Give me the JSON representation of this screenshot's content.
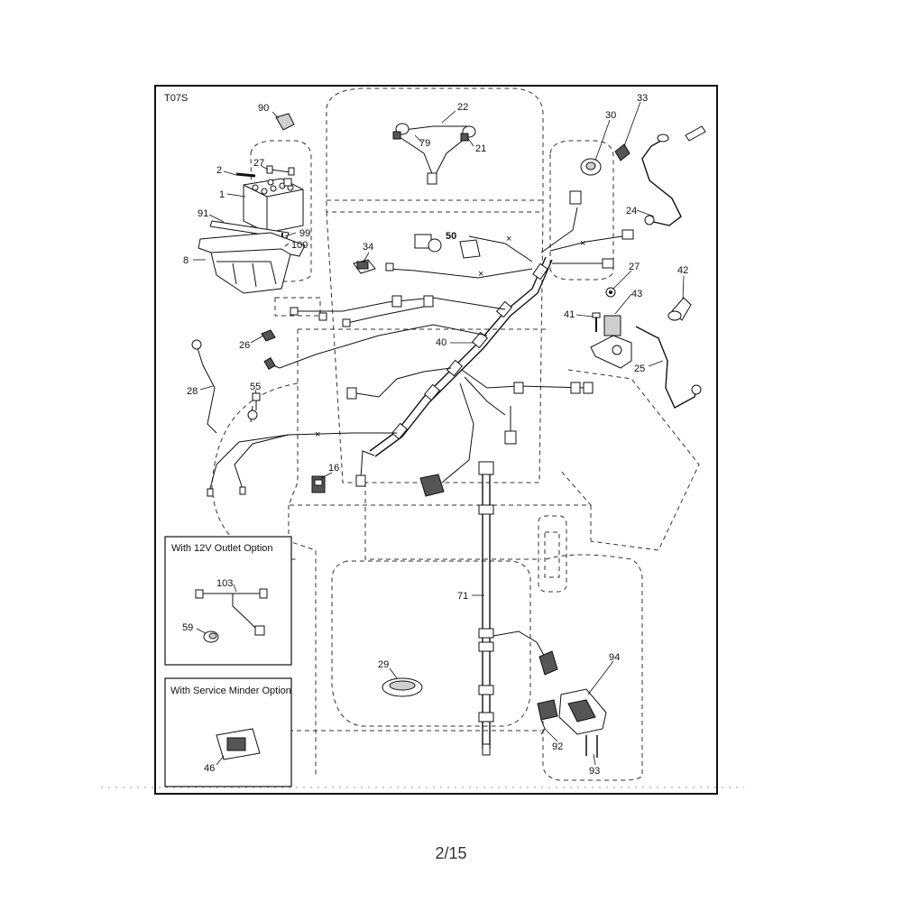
{
  "diagram": {
    "id": "T07S",
    "insets": [
      {
        "title": "With 12V Outlet Option",
        "callouts": [
          "103",
          "59"
        ]
      },
      {
        "title": "With Service Minder Option",
        "callouts": [
          "46"
        ]
      }
    ],
    "callouts": [
      "90",
      "2",
      "27",
      "1",
      "91",
      "99",
      "100",
      "8",
      "22",
      "79",
      "21",
      "30",
      "33",
      "24",
      "34",
      "50",
      "27",
      "42",
      "43",
      "41",
      "25",
      "26",
      "40",
      "28",
      "55",
      "16",
      "71",
      "29",
      "94",
      "92",
      "93"
    ]
  },
  "page": {
    "number": "2/15"
  }
}
